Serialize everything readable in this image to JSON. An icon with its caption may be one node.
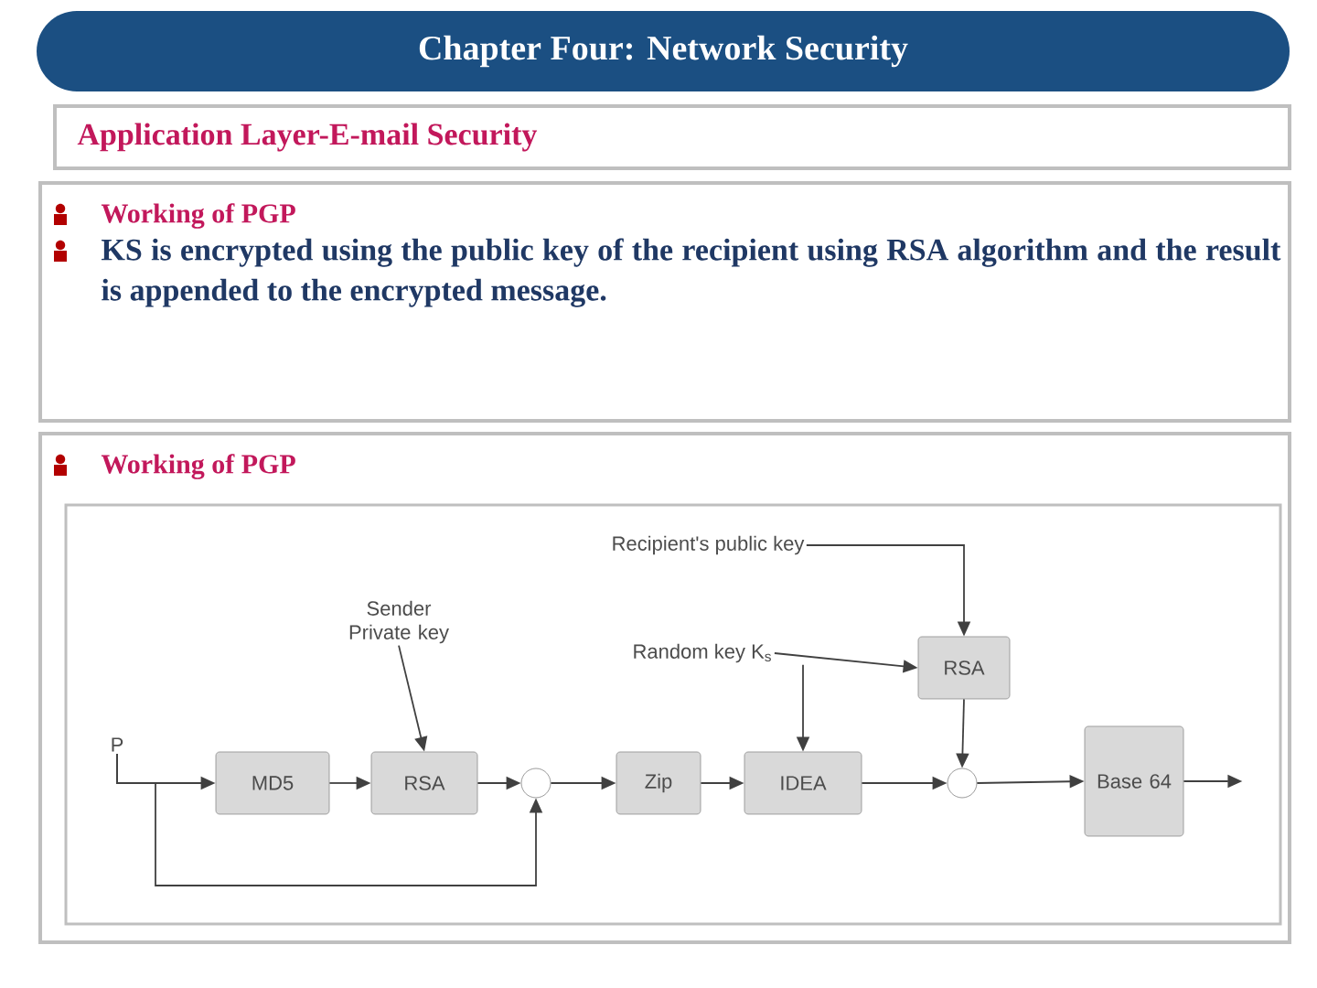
{
  "diagram": {
    "title": "Chapter Four: Network Security",
    "nodes": [
      {
        "text": [
          "Application Layer-E-mail Security"
        ]
      },
      {
        "text": [
          "Working of PGP",
          "KS is encrypted using the public key of the recipient using RSA algorithm and the result is appended to the encrypted message."
        ]
      },
      {
        "text": [
          "Working of PGP"
        ]
      },
      {
        "text": [
          "P"
        ],
        "in": 2
      },
      {
        "text": [
          "MD5"
        ],
        "in": 2
      },
      {
        "text": [
          "RSA"
        ],
        "in": 2
      },
      {
        "text": [],
        "shape": "circle",
        "in": 2
      },
      {
        "text": [
          "Zip"
        ],
        "in": 2
      },
      {
        "text": [
          "IDEA"
        ],
        "in": 2
      },
      {
        "text": [],
        "shape": "circle",
        "in": 2
      },
      {
        "text": [
          "Base 64"
        ],
        "in": 2
      },
      {
        "text": [
          "RSA"
        ],
        "in": 2
      },
      {
        "text": [
          "Sender Private key"
        ],
        "in": 2
      },
      {
        "text": [
          "Random key K$_{s}$"
        ],
        "in": 2
      },
      {
        "text": [
          "Recipient's public key"
        ],
        "in": 2
      }
    ],
    "edges": [
      {
        "from": 3,
        "to": 4,
        "arrow": "to"
      },
      {
        "from": 4,
        "to": 5,
        "arrow": "to"
      },
      {
        "from": 12,
        "to": 5,
        "arrow": "to"
      },
      {
        "from": 5,
        "to": 6,
        "arrow": "to"
      },
      {
        "from": 3,
        "to": 6,
        "arrow": "to"
      },
      {
        "from": 6,
        "to": 7,
        "arrow": "to"
      },
      {
        "from": 7,
        "to": 8,
        "arrow": "to"
      },
      {
        "from": 13,
        "to": 8,
        "arrow": "to"
      },
      {
        "from": 13,
        "to": 11,
        "arrow": "to"
      },
      {
        "from": 14,
        "to": 11,
        "arrow": "to"
      },
      {
        "from": 8,
        "to": 9,
        "arrow": "to"
      },
      {
        "from": 11,
        "to": 9,
        "arrow": "to"
      },
      {
        "from": 9,
        "to": 10,
        "arrow": "to"
      },
      {
        "from": 10,
        "to": null,
        "arrow": "to"
      }
    ]
  }
}
